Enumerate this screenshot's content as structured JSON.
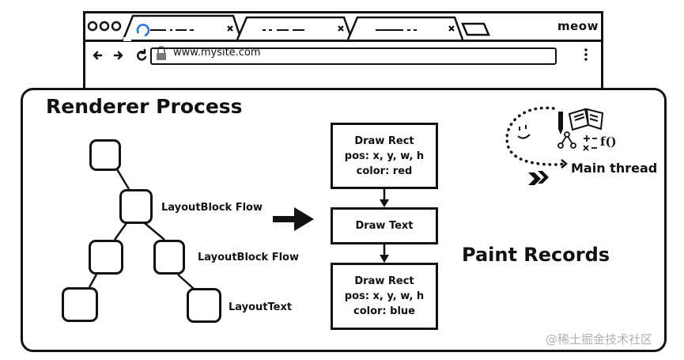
{
  "browser": {
    "brand": "meow",
    "url": "www.mysite.com",
    "tabs": [
      {
        "title_placeholder": "—·—·—"
      },
      {
        "title_placeholder": "··——"
      },
      {
        "title_placeholder": "——··"
      }
    ]
  },
  "renderer": {
    "title": "Renderer Process",
    "layout_labels": {
      "block_flow_1": "LayoutBlock Flow",
      "block_flow_2": "LayoutBlock Flow",
      "layout_text": "LayoutText"
    },
    "paint_records_title": "Paint Records",
    "records": [
      {
        "lines": [
          "Draw Rect",
          "pos: x, y, w, h",
          "color: red"
        ]
      },
      {
        "lines": [
          "Draw Text"
        ]
      },
      {
        "lines": [
          "Draw Rect",
          "pos: x, y, w, h",
          "color: blue"
        ]
      }
    ],
    "main_thread": "Main thread",
    "fx_label": "f()"
  },
  "watermark": "@稀土掘金技术社区"
}
